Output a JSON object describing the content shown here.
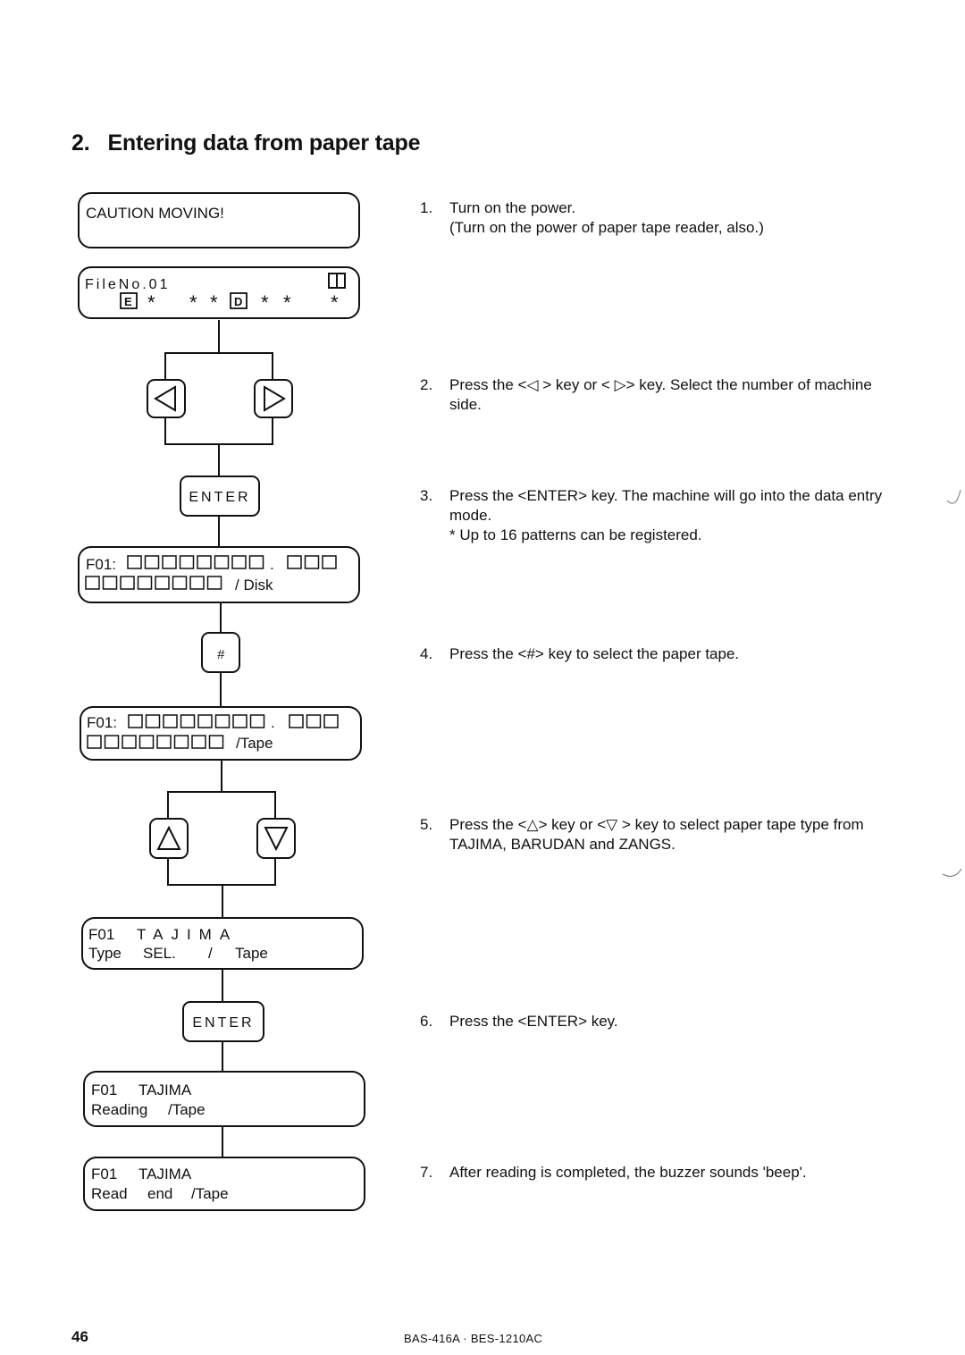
{
  "section": {
    "number": "2.",
    "title": "Entering data from paper tape"
  },
  "displays": {
    "caution": {
      "line1": "CAUTION MOVING!",
      "line2": ""
    },
    "file": {
      "line1_prefix": "FileNo.01",
      "line1_end_icon": "double-square-icon",
      "line2_marks": [
        "E-box-icon",
        "*",
        "*",
        "*",
        "D-box-icon",
        "*",
        "*",
        "*"
      ]
    },
    "entry_disk": {
      "prefix": "F01:",
      "line1_cells_a": 8,
      "line1_sep": ".",
      "line1_cells_b": 3,
      "line2_cells": 8,
      "line2_suffix": "/ Disk"
    },
    "entry_tape": {
      "prefix": "F01:",
      "line1_cells_a": 8,
      "line1_sep": ".",
      "line1_cells_b": 3,
      "line2_cells": 8,
      "line2_suffix": "/Tape"
    },
    "type_select": {
      "line1_a": "F01",
      "line1_b": "TAJIMA",
      "line2_a": "Type",
      "line2_b": "SEL.",
      "line2_c": "/",
      "line2_d": "Tape"
    },
    "reading": {
      "line1_a": "F01",
      "line1_b": "TAJIMA",
      "line2_a": "Reading",
      "line2_b": "/Tape"
    },
    "read_end": {
      "line1_a": "F01",
      "line1_b": "TAJIMA",
      "line2_a": "Read",
      "line2_b": "end",
      "line2_c": "/Tape"
    }
  },
  "keys": {
    "left": {
      "icon": "triangle-left-icon"
    },
    "right": {
      "icon": "triangle-right-icon"
    },
    "enter1": {
      "label": "ENTER"
    },
    "hash": {
      "label": "#"
    },
    "up": {
      "icon": "triangle-up-icon"
    },
    "down": {
      "icon": "triangle-down-icon"
    },
    "enter2": {
      "label": "ENTER"
    }
  },
  "steps": [
    {
      "num": "1.",
      "text": "Turn on the power.",
      "sub": "(Turn on the power of paper tape reader, also.)"
    },
    {
      "num": "2.",
      "text": "Press the <◁ > key or < ▷> key. Select the number of machine side."
    },
    {
      "num": "3.",
      "text": "Press the <ENTER> key. The machine will go into the data entry mode.",
      "sub": "*  Up to 16 patterns can be registered."
    },
    {
      "num": "4.",
      "text": "Press the <#> key to select the paper tape."
    },
    {
      "num": "5.",
      "text": "Press the <△> key or <▽ > key to select paper tape type from TAJIMA, BARUDAN and ZANGS."
    },
    {
      "num": "6.",
      "text": "Press the <ENTER> key."
    },
    {
      "num": "7.",
      "text": "After reading is completed, the buzzer sounds 'beep'."
    }
  ],
  "footer": {
    "page_number": "46",
    "doc_code": "BAS-416A · BES-1210AC"
  }
}
